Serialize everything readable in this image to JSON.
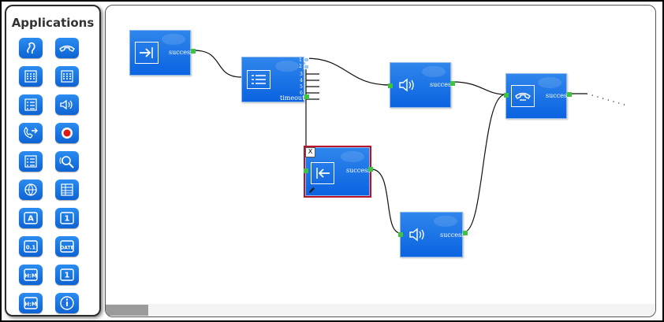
{
  "sidebar": {
    "title": "Applications",
    "items": [
      {
        "name": "ear-icon"
      },
      {
        "name": "hangup-icon"
      },
      {
        "name": "keypad-icon"
      },
      {
        "name": "keypad-icon"
      },
      {
        "name": "menu-list-icon"
      },
      {
        "name": "speaker-icon"
      },
      {
        "name": "call-transfer-icon"
      },
      {
        "name": "record-icon"
      },
      {
        "name": "menu-list-icon"
      },
      {
        "name": "voice-search-icon"
      },
      {
        "name": "globe-icon"
      },
      {
        "name": "table-icon"
      },
      {
        "name": "say-alpha-icon"
      },
      {
        "name": "say-number-icon"
      },
      {
        "name": "say-digits-icon"
      },
      {
        "name": "say-date-icon"
      },
      {
        "name": "say-time-icon"
      },
      {
        "name": "say-number-icon"
      },
      {
        "name": "say-time-icon"
      },
      {
        "name": "info-icon"
      }
    ],
    "labels": {
      "alpha": "A",
      "digit": "1",
      "digits": "0.1",
      "date": "DATE",
      "time": "H:M"
    }
  },
  "canvas": {
    "nodes": {
      "entry": {
        "icon": "entry-arrow-icon",
        "port": "success"
      },
      "menu": {
        "icon": "menu-list-icon",
        "port": "timeout",
        "branches": [
          "1",
          "2",
          "3",
          "4",
          "5",
          "6"
        ]
      },
      "play1": {
        "icon": "speaker-icon",
        "port": "success"
      },
      "hangup": {
        "icon": "hangup-icon",
        "port": "success"
      },
      "goback": {
        "icon": "back-arrow-icon",
        "port": "success",
        "close": "X"
      },
      "play2": {
        "icon": "speaker-icon",
        "port": "success"
      }
    }
  },
  "colors": {
    "node": "#1a72e8",
    "port": "#3ec43e",
    "selected": "#b8152a"
  }
}
